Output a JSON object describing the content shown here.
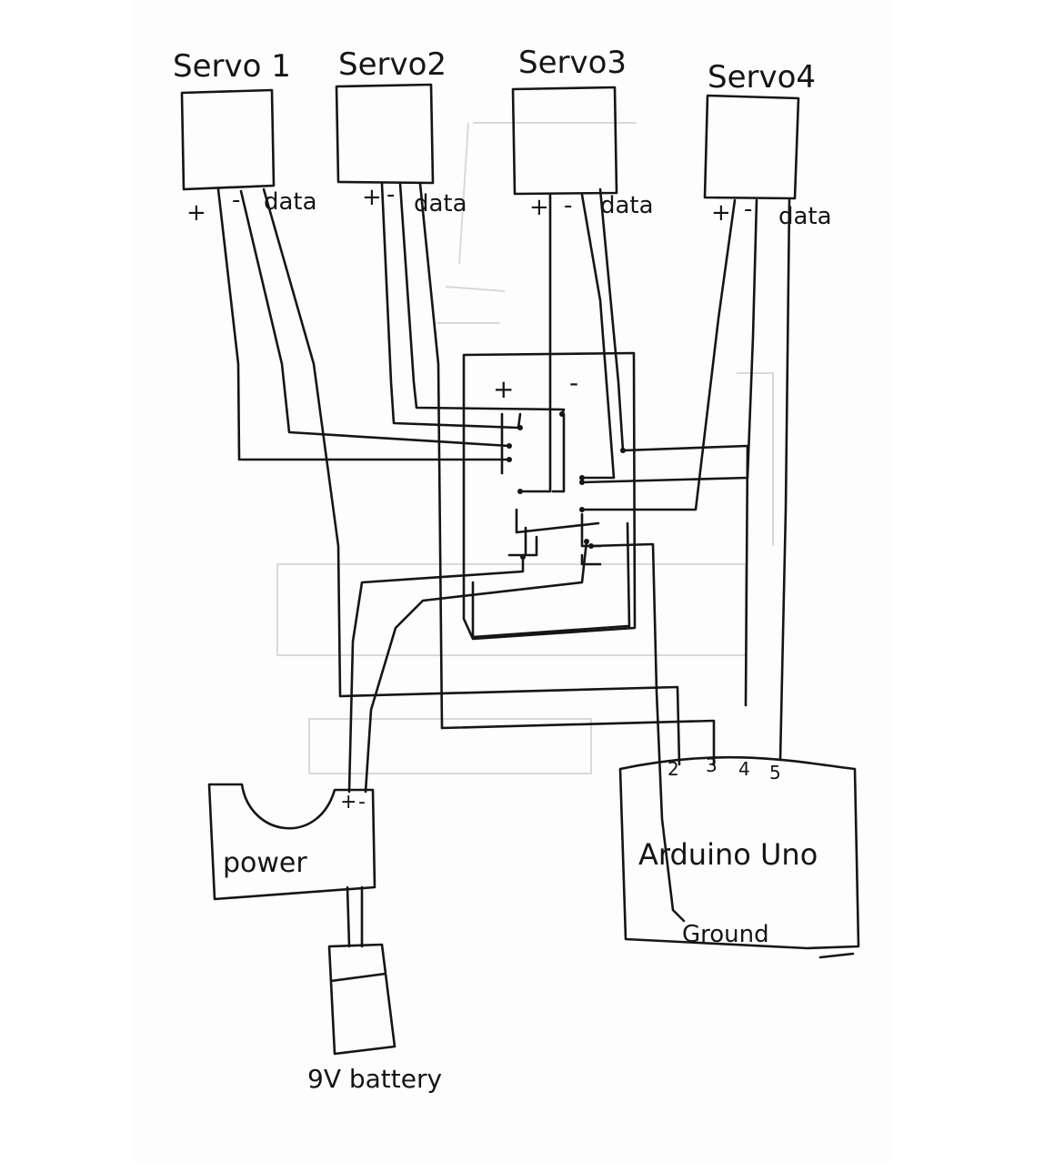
{
  "servos": [
    {
      "title": "Servo 1",
      "plus": "+",
      "minus": "-",
      "data": "data"
    },
    {
      "title": "Servo2",
      "plus": "+",
      "minus": "-",
      "data": "data"
    },
    {
      "title": "Servo3",
      "plus": "+",
      "minus": "-",
      "data": "data"
    },
    {
      "title": "Servo4",
      "plus": "+",
      "minus": "-",
      "data": "data"
    }
  ],
  "breadboard": {
    "plus": "+",
    "minus": "-"
  },
  "arduino": {
    "title": "Arduino Uno",
    "ground": "Ground",
    "pins": [
      "2",
      "3",
      "4",
      "5"
    ]
  },
  "power": {
    "title": "power",
    "plus": "+",
    "minus": "-"
  },
  "battery": {
    "title": "9V battery"
  },
  "colors": {
    "ink": "#151515",
    "paper": "#fdfdfd",
    "bleed": "#d9d9d9"
  }
}
